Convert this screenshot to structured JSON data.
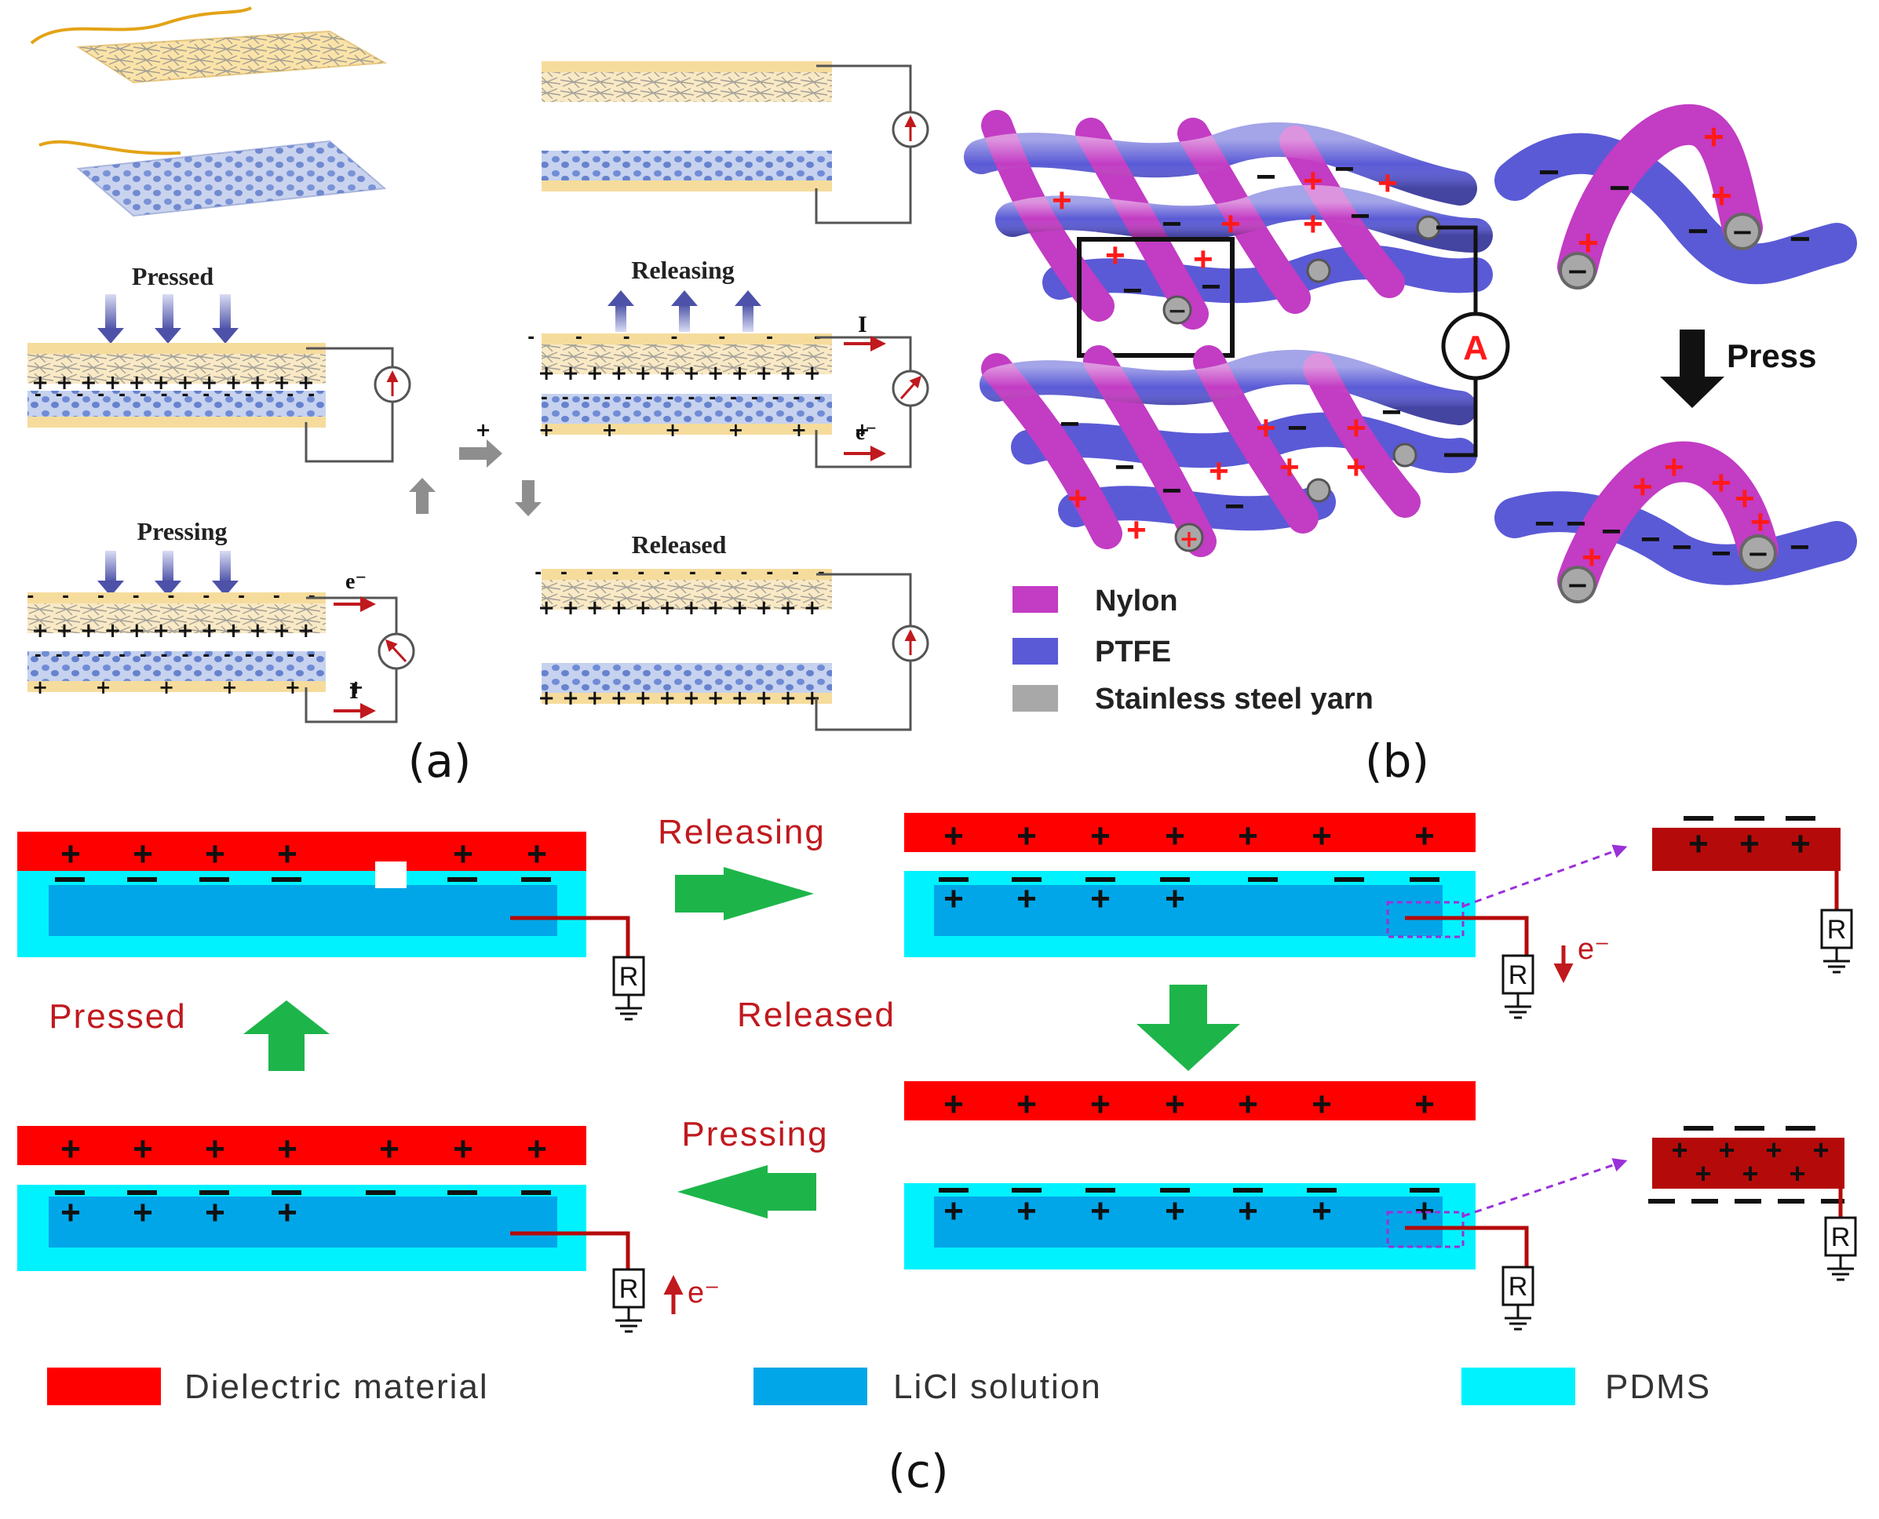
{
  "colors": {
    "dielectric": "#ff0000",
    "licl": "#00a6e8",
    "pdms": "#00f2ff",
    "nylon": "#c23cc4",
    "ptfe": "#5a5ad6",
    "steel": "#a8a8a8",
    "electrode": "#f6dc9c",
    "arrow_green": "#1db54a",
    "accent_red": "#c0191e",
    "dark_red": "#b50a0a"
  },
  "panels": {
    "a": {
      "label": "(a)",
      "states": {
        "pressed": "Pressed",
        "releasing": "Releasing",
        "released": "Released",
        "pressing": "Pressing"
      },
      "current_symbol": "I",
      "electron_symbol": "e⁻"
    },
    "b": {
      "label": "(b)",
      "ammeter": "A",
      "action": "Press",
      "legend": [
        "Nylon",
        "PTFE",
        "Stainless steel yarn"
      ]
    },
    "c": {
      "label": "(c)",
      "states": {
        "pressed": "Pressed",
        "releasing": "Releasing",
        "released": "Released",
        "pressing": "Pressing"
      },
      "resistor": "R",
      "electron_symbol": "e⁻",
      "legend": [
        "Dielectric material",
        "LiCl solution",
        "PDMS"
      ]
    }
  }
}
